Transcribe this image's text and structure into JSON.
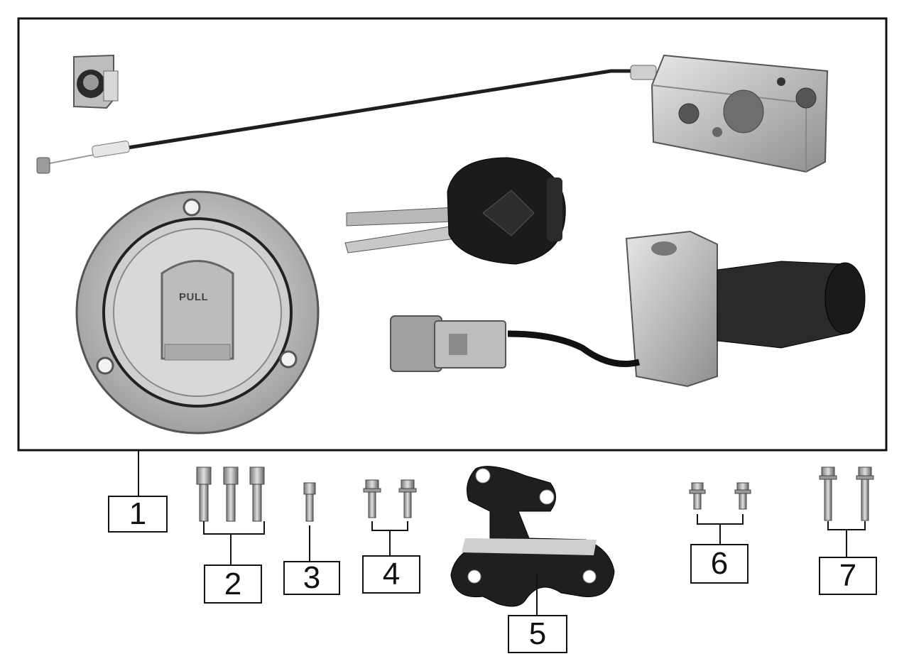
{
  "diagram": {
    "type": "exploded parts diagram",
    "kit_markings": {
      "cap_text": "PULL"
    },
    "callouts": [
      {
        "label": "1",
        "part": "lock kit (fuel cap, keys, ignition switch, cable, lock plate, latch)"
      },
      {
        "label": "2",
        "part": "socket-head screws",
        "quantity": 3
      },
      {
        "label": "3",
        "part": "socket-head screw",
        "quantity": 1
      },
      {
        "label": "4",
        "part": "flange bolts",
        "quantity": 2
      },
      {
        "label": "5",
        "part": "bracket",
        "quantity": 1
      },
      {
        "label": "6",
        "part": "flange bolts",
        "quantity": 2
      },
      {
        "label": "7",
        "part": "long flange bolts",
        "quantity": 2
      }
    ]
  },
  "colors": {
    "outline": "#111111",
    "metal_light": "#d9d9d9",
    "metal_mid": "#a8a8a8",
    "dark_part": "#222222"
  }
}
